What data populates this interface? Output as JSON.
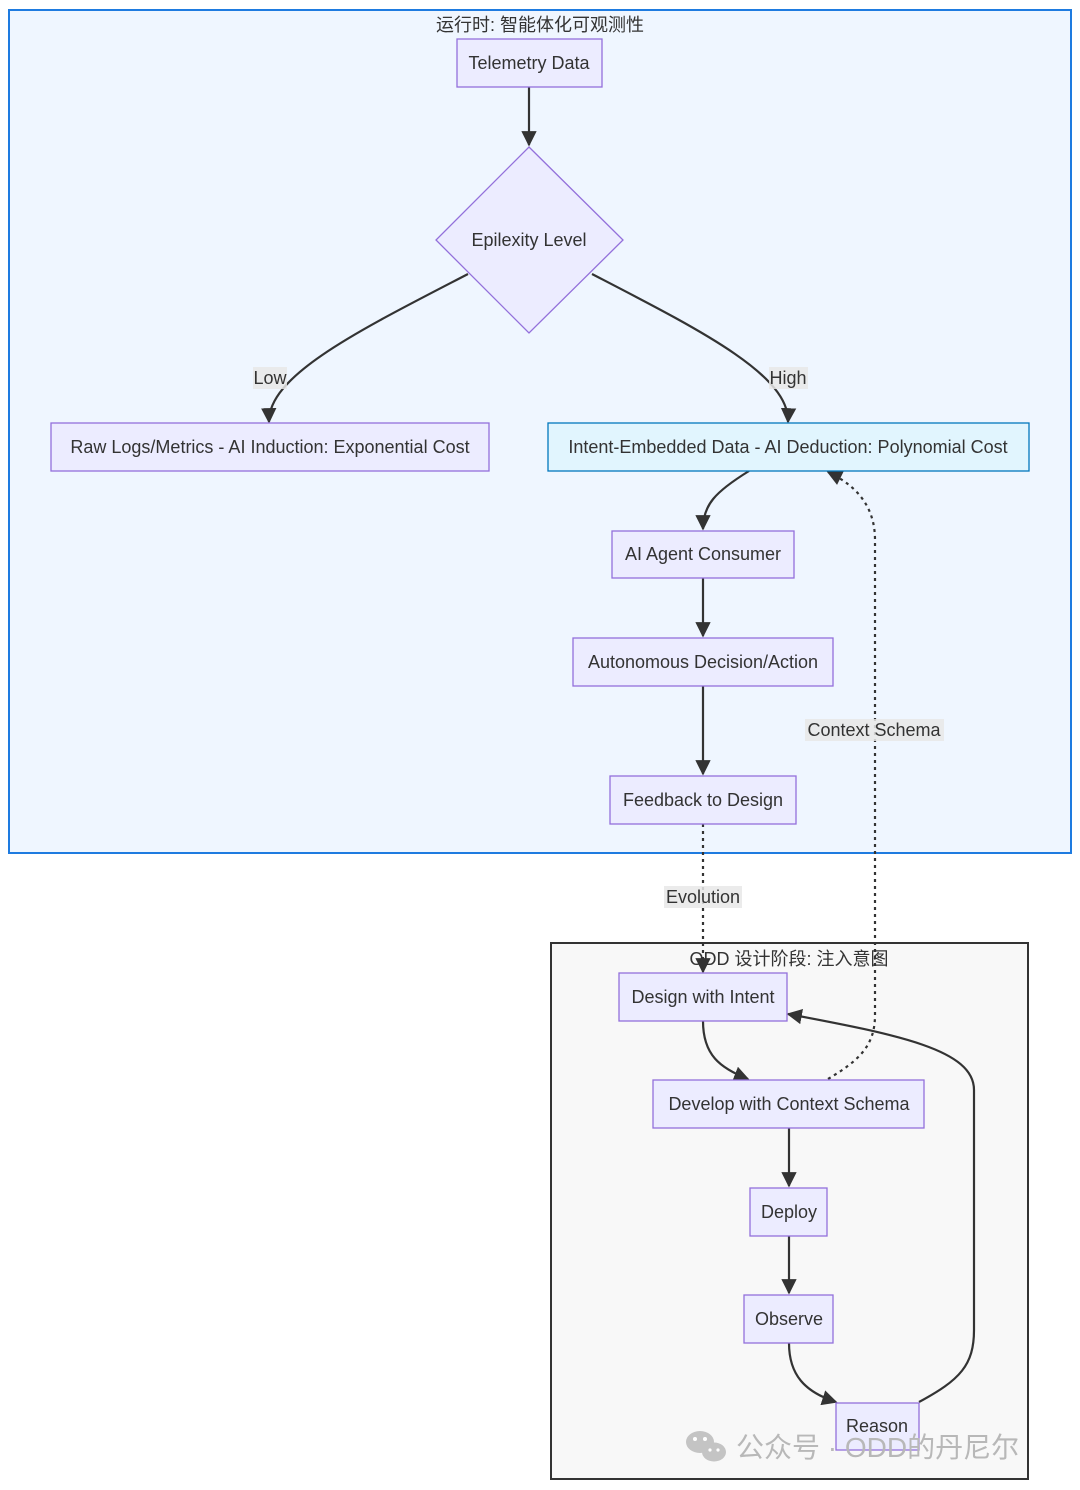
{
  "clusters": {
    "runtime": {
      "title": "运行时: 智能体化可观测性",
      "fill": "#eff6ff",
      "stroke": "#1e7be0"
    },
    "design": {
      "title": "ODD 设计阶段: 注入意图",
      "fill": "#f8f8f8",
      "stroke": "#333333"
    }
  },
  "nodes": {
    "telemetry": "Telemetry Data",
    "epilexity": "Epilexity Level",
    "raw_logs": "Raw Logs/Metrics - AI Induction: Exponential Cost",
    "intent_data": "Intent-Embedded Data - AI Deduction: Polynomial Cost",
    "agent": "AI Agent Consumer",
    "decision": "Autonomous Decision/Action",
    "feedback": "Feedback to Design",
    "design_intent": "Design with Intent",
    "develop": "Develop with Context Schema",
    "deploy": "Deploy",
    "observe": "Observe",
    "reason": "Reason"
  },
  "edge_labels": {
    "low": "Low",
    "high": "High",
    "context_schema": "Context Schema",
    "evolution": "Evolution"
  },
  "colors": {
    "node_fill": "#ececff",
    "node_stroke": "#9370db",
    "highlight_fill": "#e1f5fe",
    "highlight_stroke": "#0277bd",
    "edge": "#333333"
  },
  "watermark": {
    "text": "公众号 · ODD的丹尼尔",
    "icon": "wechat-icon"
  }
}
